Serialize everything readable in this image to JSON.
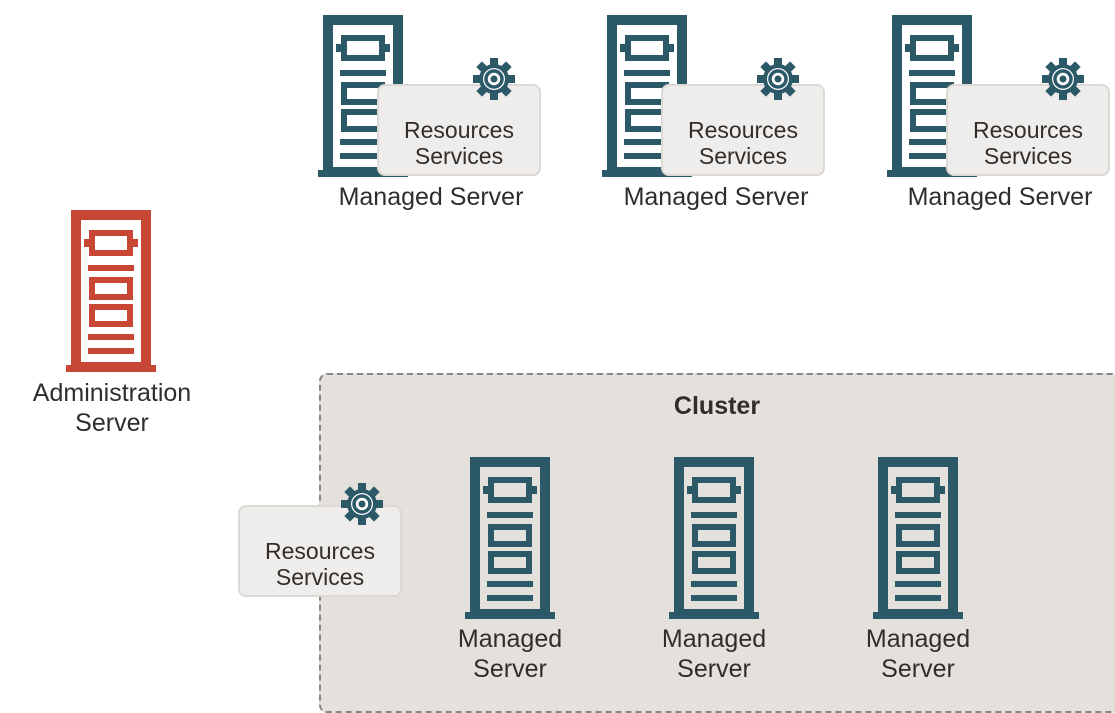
{
  "diagram": {
    "top_servers": [
      {
        "label": "Managed Server",
        "resources_line1": "Resources",
        "resources_line2": "Services"
      },
      {
        "label": "Managed Server",
        "resources_line1": "Resources",
        "resources_line2": "Services"
      },
      {
        "label": "Managed Server",
        "resources_line1": "Resources",
        "resources_line2": "Services"
      }
    ],
    "admin_server": {
      "line1": "Administration",
      "line2": "Server"
    },
    "cluster": {
      "title": "Cluster",
      "resources_line1": "Resources",
      "resources_line2": "Services",
      "servers": [
        {
          "line1": "Managed",
          "line2": "Server"
        },
        {
          "line1": "Managed",
          "line2": "Server"
        },
        {
          "line1": "Managed",
          "line2": "Server"
        }
      ]
    },
    "colors": {
      "managed": "#2c5967",
      "admin": "#c74634",
      "box_fill": "#efedeb",
      "cluster_fill": "#e4e1dd"
    }
  }
}
